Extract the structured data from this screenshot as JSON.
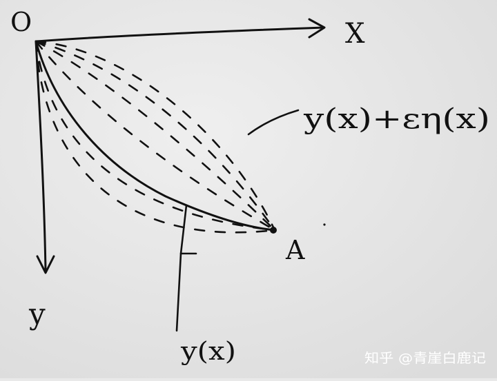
{
  "diagram": {
    "origin_label": "O",
    "x_axis_label": "X",
    "y_axis_label": "y",
    "endpoint_label": "A",
    "perturbed_curve_label": "y(x)+εη(x)",
    "curve_label": "y(x)"
  },
  "watermark": {
    "text": "知乎 @青崖白鹿记"
  },
  "colors": {
    "paper": "#e9e9e9",
    "ink": "#111111",
    "watermark": "#ffffff"
  }
}
